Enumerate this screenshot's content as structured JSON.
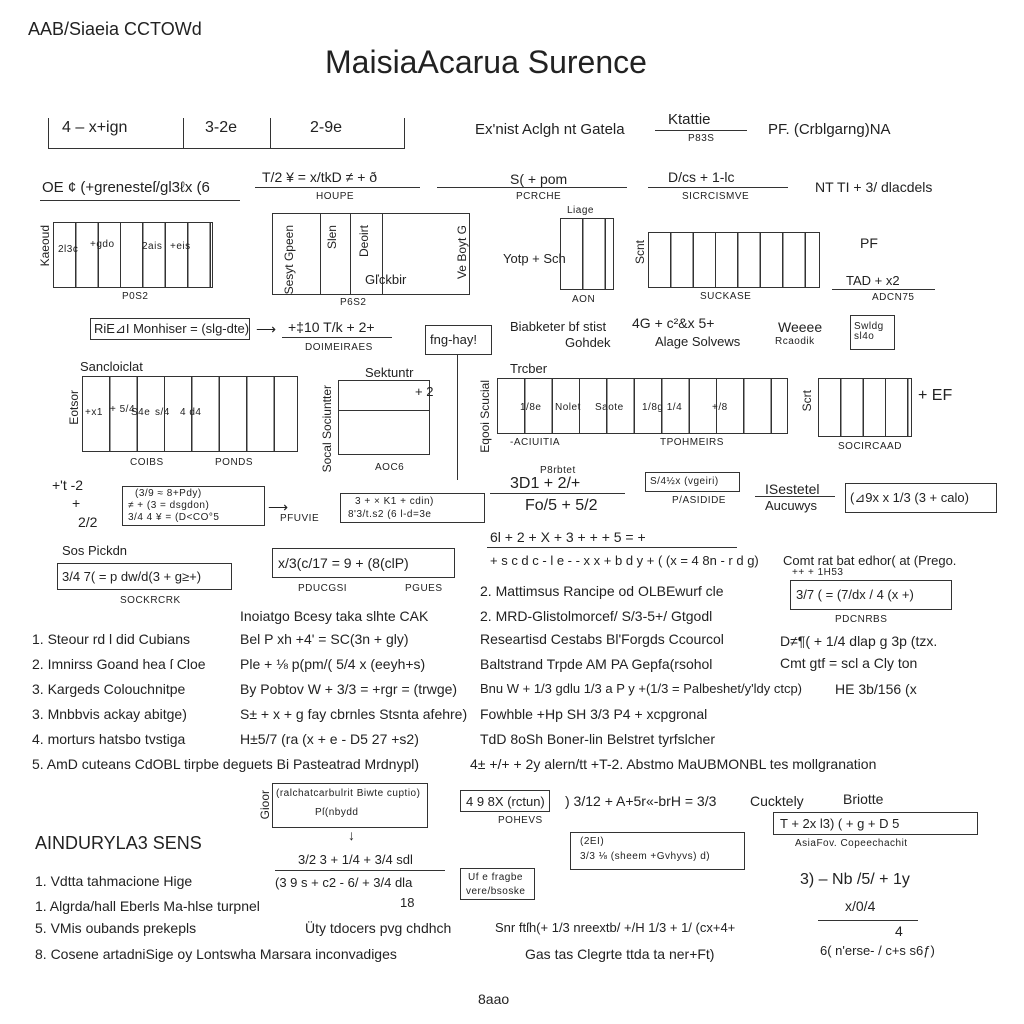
{
  "header": {
    "top_left": "AAB/Siaeia CCTOWd",
    "title": "MaisiaAcarua Surence"
  },
  "row1": {
    "cells": [
      "4 – x+ign",
      "3-2e",
      "2-9e"
    ],
    "mid": "Ex'nist Aclgh nt Gatela",
    "frac_top": "Ktattie",
    "frac_bottom": "P83S",
    "right": "PF. (Crblgarng)NA"
  },
  "row2": {
    "left": "OE ¢ (+grenesteſ/gl3ℓx (6",
    "a": "T/2  ¥ = x/tkD ≠ + ð",
    "a_sub": "HOUPE",
    "b": "S( + pom",
    "b_sub": "PCRCHE",
    "c": "D/cs + 1-lc",
    "c_sub": "SICRCISMVE",
    "d": "NT  TI + 3/ dlacdels"
  },
  "grid1": {
    "side": "Kaeoud",
    "cells": [
      "2l3c",
      "+gdo",
      "2ais",
      "+eis"
    ],
    "label": "P0S2",
    "box2": [
      "Sesyt Gpeen",
      "Slen",
      "Deoirt",
      "Ve Boyt G"
    ],
    "box2_inner": "Gľckbir",
    "box2_label": "P6S2",
    "yotp": "Yotp + Sch",
    "liage": "Liage",
    "liage_label": "AON",
    "scnt": "Scnt",
    "succase": "SUCKASE",
    "pf": "PF",
    "tad": "TAD + x2",
    "adcn": "ADCN75"
  },
  "row3": {
    "riei": "RiE⊿I Monhiser = (slg-dte)",
    "k": "+‡10 T/k + 2+",
    "k_sub": "DOIMEIRAES",
    "fng": "fng-hay!",
    "biab": "Biabketer bf stist",
    "gohdek": "Gohdek",
    "ag": "4G + c²&x  5+",
    "alage": "Alage Solvews",
    "weeee": "Weeee",
    "rcaodik": "Rcaodik",
    "swldg": "Swldg sl4o"
  },
  "row4": {
    "sanc": "Sancloiclat",
    "cobs": "COIBS",
    "ponds": "PONDS",
    "side": "Eotsor",
    "sektuntr": "Sektuntr",
    "sek_side": "Socal Sociuntter",
    "aoc": "AOC6",
    "plus": "+ 2",
    "trcber": "Trcber",
    "trc_side": "Eqooi Scucial",
    "acuitia": "-ACIUITIA",
    "tpoh": "TPOHMEIRS",
    "scrt": "Scrt",
    "ef": "+ EF",
    "socircaad": "SOCIRCAAD",
    "cellsA": [
      "+x1",
      "+ 5/4",
      "S4e",
      "s/4",
      "4 d4"
    ],
    "cellsB": [
      "1/8e",
      "Nolet",
      "Saote",
      "1/8g 1/4",
      "+/8"
    ]
  },
  "row5": {
    "left_a": "+'t  ‐2",
    "left_b": "+",
    "left_c": "2/2",
    "box": [
      "(3/9  ≈ 8+Pdy)",
      "≠ + (3 = dsgdon)",
      "3/4 4 ¥ = (D<CO°5"
    ],
    "pfuvie": "PFUVIE",
    "box2": "3  +  ×  K1  +  cdin)",
    "box2b": "8'3/t.s2 (6 l-d=3e",
    "p8": "P8rbtet",
    "p8b": "3D1 + 2/+",
    "fo": "Fo/5 + 5/2",
    "s4": "S/4½x (vgeiri)",
    "pasidide": "P/ASIDIDE",
    "isest": "ISestetel",
    "aucu": "Aucuwys",
    "delta": "(⊿9x  x 1/3  (3 + calo)"
  },
  "row6": {
    "sos": "Sos Pickdn",
    "sos_box": "3/4 7( = p dw/d(3 + g≥+)",
    "sock": "SOCKRCRK",
    "mid_box": "x/3(c/17 = 9 + (8(clP)",
    "pduc": "PDUCGSI",
    "pgues": "PGUES",
    "eq1": "6l  +  2  +  X  +  3  +  +  +  5  =  +",
    "eq2": "+ s c d c ‐ l e ‐ ‐ x x + b d y + ( (x = 4 8n ‐ r d g)",
    "comt": "Comt rat bat edhor( at (Prego.",
    "comt2": "++  + 1H53",
    "right_box": "3/7 ( = (7/dx / 4 (x +)",
    "pdcn": "PDCNRBS"
  },
  "list_left": [
    "1. Steour rd l did Cubians",
    "2. Imnirss Goand hea ſ Cloe",
    "3. Kargeds Colouchnitpe",
    "3. Mnbbvis ackay abitge)",
    "4. morturs hatsbo tvstiga",
    "5. AmD cuteans CdOBL tirpbe deguets Bi Pasteatrad Mrdnypl)"
  ],
  "list_mid": [
    "Inoiatgo Bcesy taka slhte CAK",
    "Bel P xh +4' = SC(3n + gly)",
    "Ple + ⅛ p(pm/( 5/4 x (eeyh+s)",
    "By Pobtov W + 3/3 = +rgr = (trwge)",
    "S± + x + g fay cbrnles Stsnta afehre)",
    "H±5/7 (ra (x + e ‐ D5  27 +s2)"
  ],
  "list_right": [
    "2. Mattimsus Rancipe od OLBEwurf cle",
    "2. MRD-Glistolmorcef/ S/3-5+/ Gtgodl",
    "Researtisd Cestabs Bl'Forgds Ccourcol",
    "Baltstrand Trpde  AM PA Gepfa(rsohol",
    "Bnu W + 1/3 gdlu 1/3 a P y +(1/3 = Palbeshet/y'ldy ctcp)",
    "Fowhble +Hp SH 3/3 P4 + xcpgronal",
    "TdD 8oSh Boner-lin Belstret tyrfslcher",
    "4± +/+ + 2y alern/tt +T-2. Abstmo MaUBMONBL tes mollgranation"
  ],
  "list_far": [
    "D≠¶( + 1/4 dlap g 3p (tzx.",
    "Cmt gtf = scl a  Cly ton",
    "HE  3b/156  (x"
  ],
  "bottom": {
    "gioor": "Gioor",
    "box1a": "(ralchatcarbulrit Biwte cuptio)",
    "box1b": "Pſ(nbydd",
    "r": "4 9 8X (rctun)",
    "pohevs": "POHEVS",
    "frac": ") 3/12 + A+5r«-brH = 3/3",
    "cuck": "Cucktely",
    "briotte": "Briotte",
    "tbox": "T +  2x l3)  ( + g + D 5",
    "asia": "AsiaFov. Copeechachit",
    "heading": "AINDURYLA3 SENS",
    "box2a": "(2EI)",
    "box2b": "3/3  ⅛  (sheem +Gvhyvs)  d)",
    "eqa": "3/2  3 + 1/4 + 3/4 sdl",
    "eqb": "(3 9 s + c2 ‐ 6/ + 3/4 dla",
    "eqc": "18",
    "frag": "Uf e fragbe",
    "frag2": "vere/bsoske",
    "nb": "3) – Nb /5/ + 1y",
    "nb2": "x/0/4",
    "nb3": "4",
    "nb4": "6( n'erse‐ / c+s s6ƒ)",
    "uty": "Üty tdocers pvg chdhch",
    "snr": "Snr ftſh(+ 1/3 nreextb/ +/H 1/3 + 1/ (cx+4+",
    "gas": "Gas tas Clegrte ttda ta ner+Ft)",
    "page": "8aao"
  },
  "list_bottom": [
    "1. Vdtta tahmacione Hige",
    "1. Algrda/hall Eberls Ma-hlse turpnel",
    "5. VMis oubands prekepls",
    "8. Cosene artadniSige oy Lontswha Marsara inconvadiges"
  ]
}
